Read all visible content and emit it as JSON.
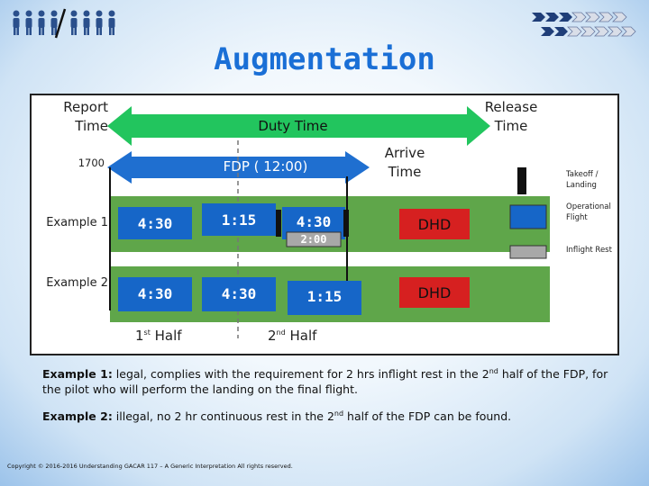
{
  "title": "Augmentation",
  "labels": {
    "report_time": "Report Time",
    "release_time": "Release Time",
    "duty_time": "Duty Time",
    "fdp_start": "1700",
    "fdp": "FDP ( 12:00)",
    "arrive_time": "Arrive Time",
    "example1": "Example 1",
    "example2": "Example 2",
    "first_half": "1st Half",
    "second_half": "2nd Half"
  },
  "example1": {
    "seg1": "4:30",
    "seg2": "1:15",
    "seg3": "4:30",
    "rest": "2:00",
    "dhd": "DHD"
  },
  "example2": {
    "seg1": "4:30",
    "seg2": "4:30",
    "seg3": "1:15",
    "dhd": "DHD"
  },
  "legend": {
    "takeoff": "Takeoff / Landing",
    "operational": "Operational Flight",
    "inflight_rest": "Inflight Rest"
  },
  "caption": {
    "ex1_label": "Example 1:",
    "ex1_text_a": " legal, complies with the requirement for 2 hrs inflight rest in the 2",
    "ex1_sup": "nd",
    "ex1_text_b": " half of the FDP, for the pilot who will perform the landing on the final flight.",
    "ex2_label": "Example 2:",
    "ex2_text_a": " illegal, no 2 hr continuous rest in the 2",
    "ex2_sup": "nd",
    "ex2_text_b": " half of the FDP can be found."
  },
  "copyright": "Copyright © 2016-2016 Understanding GACAR 117 – A Generic Interpretation All rights reserved.",
  "colors": {
    "title": "#1a6fd6",
    "green": "#5fa64a",
    "blue": "#1666c8",
    "dhd_red": "#d62020",
    "rest_gray": "#a8a8a8"
  }
}
